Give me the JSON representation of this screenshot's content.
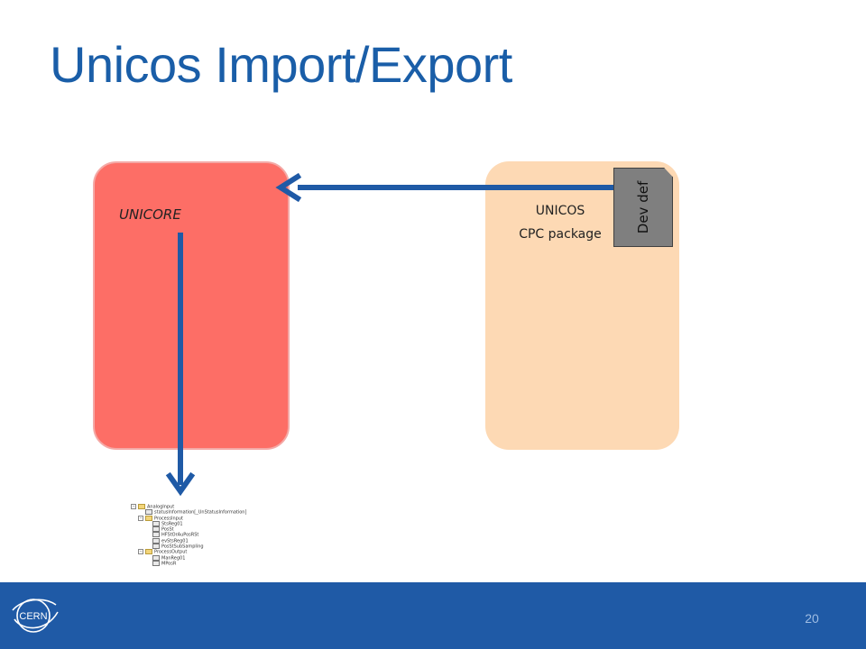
{
  "slide": {
    "title": "Unicos Import/Export",
    "page_number": "20"
  },
  "colors": {
    "title": "#1a5ea8",
    "unicore_box": "#fd6e66",
    "unicos_box": "#fdd9b4",
    "arrow": "#1f5aa6",
    "dev_def_tab": "#7f7f7f",
    "footer": "#1f5aa6"
  },
  "diagram": {
    "unicore_label": "UNICORE",
    "unicos_label_line1": "UNICOS",
    "unicos_label_line2": "CPC package",
    "dev_def_label": "Dev def"
  },
  "tree": {
    "rows": [
      {
        "label": "AnalogInput",
        "type": "folder",
        "level": 0,
        "expander": "−"
      },
      {
        "label": "statusInformation[_UnStatusInformation]",
        "type": "item",
        "level": 1,
        "expander": ""
      },
      {
        "label": "ProcessInput",
        "type": "folder",
        "level": 1,
        "expander": "−"
      },
      {
        "label": "StsReg01",
        "type": "item",
        "level": 2,
        "expander": ""
      },
      {
        "label": "PosSt",
        "type": "item",
        "level": 2,
        "expander": ""
      },
      {
        "label": "HFStOrAuPosRSt",
        "type": "item",
        "level": 2,
        "expander": ""
      },
      {
        "label": "evStsReg01",
        "type": "item",
        "level": 2,
        "expander": ""
      },
      {
        "label": "PosStSubSampling",
        "type": "item",
        "level": 2,
        "expander": ""
      },
      {
        "label": "ProcessOutput",
        "type": "folder",
        "level": 1,
        "expander": "−"
      },
      {
        "label": "ManReg01",
        "type": "item",
        "level": 2,
        "expander": ""
      },
      {
        "label": "MPosR",
        "type": "item",
        "level": 2,
        "expander": ""
      }
    ]
  },
  "footer": {
    "logo_text": "CERN",
    "logo_icon": "cern-logo-icon"
  }
}
